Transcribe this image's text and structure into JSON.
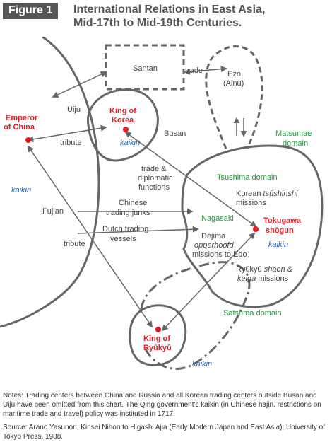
{
  "figure_label": "Figure 1",
  "title_line1": "International Relations in East Asia,",
  "title_line2": "Mid-17th to Mid-19th Centuries.",
  "labels": {
    "santan": "Santan",
    "trade_top": "trade",
    "ezo_1": "Ezo",
    "ezo_2": "(Ainu)",
    "emperor_1": "Emperor",
    "emperor_2": "of China",
    "uiju": "Uiju",
    "tribute_1": "tribute",
    "king_korea_1": "King of",
    "king_korea_2": "Korea",
    "kaikin_korea": "kaikin",
    "busan": "Busan",
    "matsumae_1": "Matsumae",
    "matsumae_2": "domain",
    "kaikin_china": "kaikin",
    "trade_dipl_1": "trade &",
    "trade_dipl_2": "diplomatic",
    "trade_dipl_3": "functions",
    "tsushima": "Tsushima domain",
    "korean_missions_1": "Korean",
    "korean_missions_2": "tsūshinshi",
    "korean_missions_3": "missions",
    "fujian": "Fujian",
    "chinese_junks_1": "Chinese",
    "chinese_junks_2": "trading junks",
    "nagasaki": "Nagasaki",
    "dutch_1": "Dutch trading",
    "dutch_2": "vessels",
    "tokugawa_1": "Tokugawa",
    "tokugawa_2": "shōgun",
    "tribute_2": "tribute",
    "dejima_1": "Dejima",
    "dejima_2": "opperhoofd",
    "dejima_3": "missions to Edo",
    "kaikin_japan": "kaikin",
    "ryukyu_missions_1": "Ryūkyū",
    "ryukyu_missions_2": "shaon",
    "ryukyu_missions_3": "&",
    "ryukyu_missions_4": "keiga",
    "ryukyu_missions_5": "missions",
    "satsuma": "Satsuma domain",
    "king_ryukyu_1": "King of",
    "king_ryukyu_2": "Ryūkyū",
    "kaikin_ryukyu": "kaikin"
  },
  "colors": {
    "line": "#666666",
    "red": "#e31b23",
    "green": "#1f9a3a",
    "blue": "#1f5fb0"
  },
  "notes": "Notes: Trading centers between China and Russia and all Korean trading centers outside Busan and Uiju have been omitted from this chart. The Qing government's kaikin (in Chinese hajin, restrictions on maritime trade and travel) policy was instituted in 1717.",
  "source": "Source: Arano Yasunori, Kinsei Nihon to Higashi Ajia (Early Modern Japan and East Asia), University of Tokyo Press, 1988."
}
